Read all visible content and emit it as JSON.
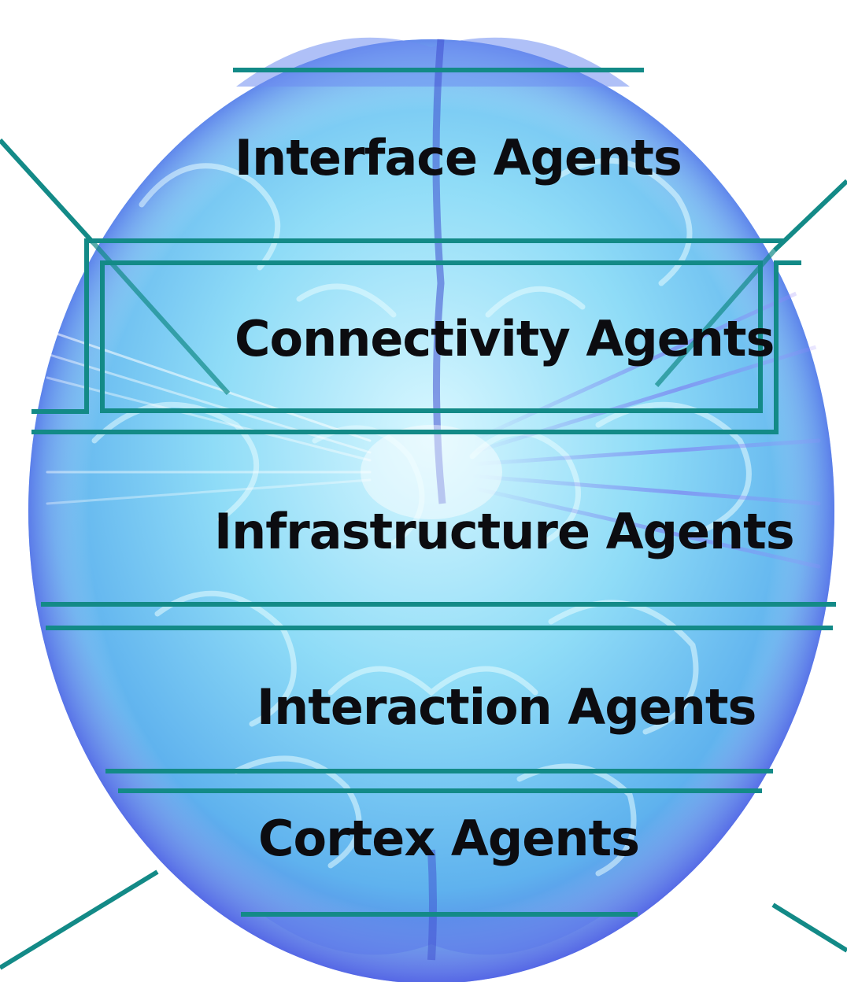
{
  "layers": [
    {
      "label": "Interface Agents"
    },
    {
      "label": "Connectivity Agents"
    },
    {
      "label": "Infrastructure Agents"
    },
    {
      "label": "Interaction Agents"
    },
    {
      "label": "Cortex Agents"
    }
  ],
  "colors": {
    "frame_line": "#138a87",
    "brain_light": "#bfeeff",
    "brain_mid": "#6cc8f0",
    "brain_deep": "#4a6ee6",
    "text": "#0c0c10"
  },
  "background_image": "brain-top-view"
}
